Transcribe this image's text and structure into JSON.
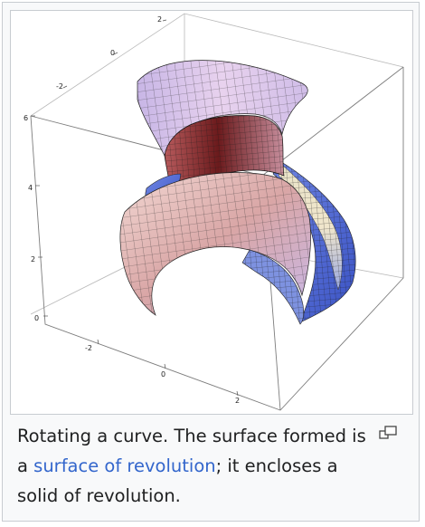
{
  "figure": {
    "axis_ticks": {
      "top": [
        "2",
        "0",
        "-2"
      ],
      "left": [
        "6",
        "4",
        "2",
        "0"
      ],
      "bottom_left": [
        "-2",
        "0",
        "2"
      ]
    },
    "caption": {
      "text_before_link": "Rotating a curve. The surface formed is a ",
      "link_text": "surface of revolution",
      "text_after_link": "; it encloses a solid of revolution."
    },
    "enlarge_icon": "magnify-clip-icon",
    "colors": {
      "link": "#3366cc",
      "caption_text": "#202122",
      "border": "#c8ccd1",
      "background": "#f8f9fa"
    }
  }
}
